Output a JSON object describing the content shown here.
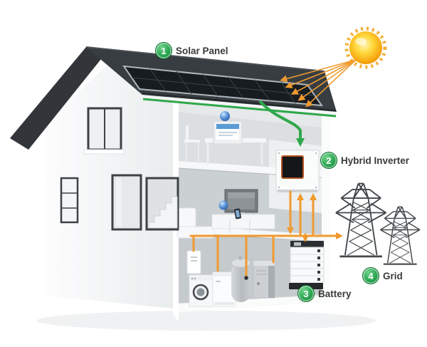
{
  "diagram": {
    "labels": [
      {
        "number": "1",
        "text": "Solar Panel"
      },
      {
        "number": "2",
        "text": "Hybrid Inverter"
      },
      {
        "number": "3",
        "text": "Battery"
      },
      {
        "number": "4",
        "text": "Grid"
      }
    ],
    "components": [
      "sun",
      "solar-panel-array",
      "house-cutaway",
      "hybrid-inverter",
      "battery-stack",
      "washing-machine",
      "dryer-cabinet",
      "water-tank",
      "heat-pump",
      "wall-heater",
      "tv",
      "computer-monitor",
      "smartphone",
      "internet-globe",
      "staircase",
      "transmission-tower-large",
      "transmission-tower-small"
    ],
    "flows": [
      {
        "from": "sun",
        "to": "solar-panel-array",
        "style": "rays",
        "color": "#ef9b2e"
      },
      {
        "from": "solar-panel-array",
        "to": "hybrid-inverter",
        "color": "#2fa84b"
      },
      {
        "from": "hybrid-inverter",
        "to": "battery-stack",
        "color": "#f09a30"
      },
      {
        "from": "battery-stack",
        "to": "hybrid-inverter",
        "color": "#f09a30"
      },
      {
        "from": "hybrid-inverter",
        "to": "grid",
        "color": "#f09a30"
      },
      {
        "from": "hybrid-inverter",
        "to": "home-appliances",
        "color": "#f09a30"
      }
    ],
    "colors": {
      "badge_green": "#2aa650",
      "flow_orange": "#f09a30",
      "flow_green": "#2fa84b",
      "roof_dark": "#383d41",
      "panel_dark": "#171c20",
      "sun_core": "#ffd93e",
      "sun_edge": "#f49b00",
      "label_text": "#3a3a3a"
    }
  }
}
